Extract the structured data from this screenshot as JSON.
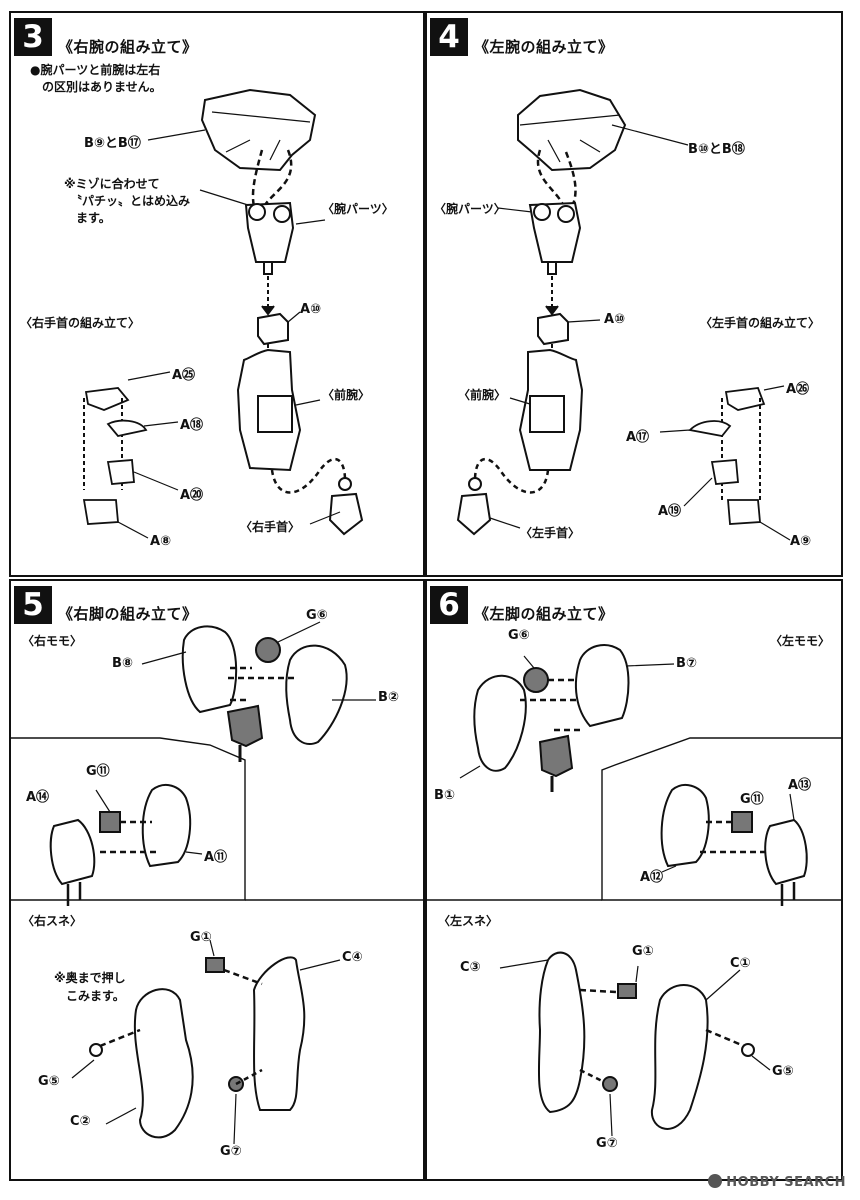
{
  "steps": [
    {
      "number": "3",
      "title": "《右腕の組み立て》"
    },
    {
      "number": "4",
      "title": "《左腕の組み立て》"
    },
    {
      "number": "5",
      "title": "《右脚の組み立て》"
    },
    {
      "number": "6",
      "title": "《左脚の組み立て》"
    }
  ],
  "step3": {
    "note_line1": "●腕パーツと前腕は左右",
    "note_line2": "の区別はありません。",
    "part_b": "B⑨とB⑰",
    "groove_line1": "※ミゾに合わせて",
    "groove_line2": "〝パチッ〟とはめ込み",
    "groove_line3": "ます。",
    "arm_part": "〈腕パーツ〉",
    "a10": "A⑩",
    "forearm": "〈前腕〉",
    "wrist_title": "〈右手首の組み立て〉",
    "a25": "A㉕",
    "a18": "A⑱",
    "a20": "A⑳",
    "a8": "A⑧",
    "wrist": "〈右手首〉"
  },
  "step4": {
    "part_b": "B⑩とB⑱",
    "arm_part": "〈腕パーツ〉",
    "a10": "A⑩",
    "forearm": "〈前腕〉",
    "wrist_title": "〈左手首の組み立て〉",
    "a26": "A㉖",
    "a17": "A⑰",
    "a19": "A⑲",
    "a9": "A⑨",
    "wrist": "〈左手首〉"
  },
  "step5": {
    "thigh": "〈右モモ〉",
    "g6": "G⑥",
    "b8": "B⑧",
    "b2": "B②",
    "g11": "G⑪",
    "a14": "A⑭",
    "a11": "A⑪",
    "shin": "〈右スネ〉",
    "g1": "G①",
    "c4": "C④",
    "push_line1": "※奥まで押し",
    "push_line2": "こみます。",
    "g5": "G⑤",
    "c2": "C②",
    "g7": "G⑦"
  },
  "step6": {
    "thigh": "〈左モモ〉",
    "g6": "G⑥",
    "b7": "B⑦",
    "b1": "B①",
    "g11": "G⑪",
    "a13": "A⑬",
    "a12": "A⑫",
    "shin": "〈左スネ〉",
    "g1": "G①",
    "c3": "C③",
    "c1": "C①",
    "g5": "G⑤",
    "g7": "G⑦"
  },
  "watermark": "HOBBY SEARCH",
  "colors": {
    "ink": "#111111",
    "gray": "#555555",
    "paper": "#ffffff"
  }
}
